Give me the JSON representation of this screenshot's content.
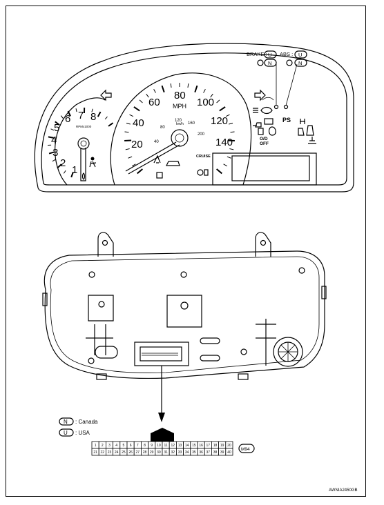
{
  "indicators": {
    "brake_label": "BRAKE :",
    "abs_label": "ABS :",
    "code_u": "U",
    "code_n": "N"
  },
  "speedometer": {
    "major_ticks": [
      "20",
      "40",
      "60",
      "80",
      "100",
      "120",
      "140"
    ],
    "unit": "MPH",
    "kmh_ticks": [
      "40",
      "80",
      "120",
      "160",
      "200"
    ],
    "kmh_unit": "km/h"
  },
  "tachometer": {
    "ticks": [
      "1",
      "2",
      "3",
      "4",
      "5",
      "6",
      "7",
      "8"
    ],
    "unit": "RPMx1000"
  },
  "warning_labels": {
    "ps": "PS",
    "cruise": "CRUISE",
    "od_off_line1": "O/D",
    "od_off_line2": "OFF"
  },
  "legend": {
    "n_code": "N",
    "n_text": ": Canada",
    "u_code": "U",
    "u_text": ": USA"
  },
  "connector": {
    "row1": [
      "1",
      "2",
      "3",
      "4",
      "5",
      "6",
      "7",
      "8",
      "9",
      "10",
      "11",
      "12",
      "13",
      "14",
      "15",
      "16",
      "17",
      "18",
      "19",
      "20"
    ],
    "row2": [
      "21",
      "22",
      "23",
      "24",
      "25",
      "26",
      "27",
      "28",
      "29",
      "30",
      "31",
      "32",
      "33",
      "34",
      "35",
      "36",
      "37",
      "38",
      "39",
      "40"
    ],
    "id": "M94"
  },
  "figure_code": "AWNIA2450GB"
}
